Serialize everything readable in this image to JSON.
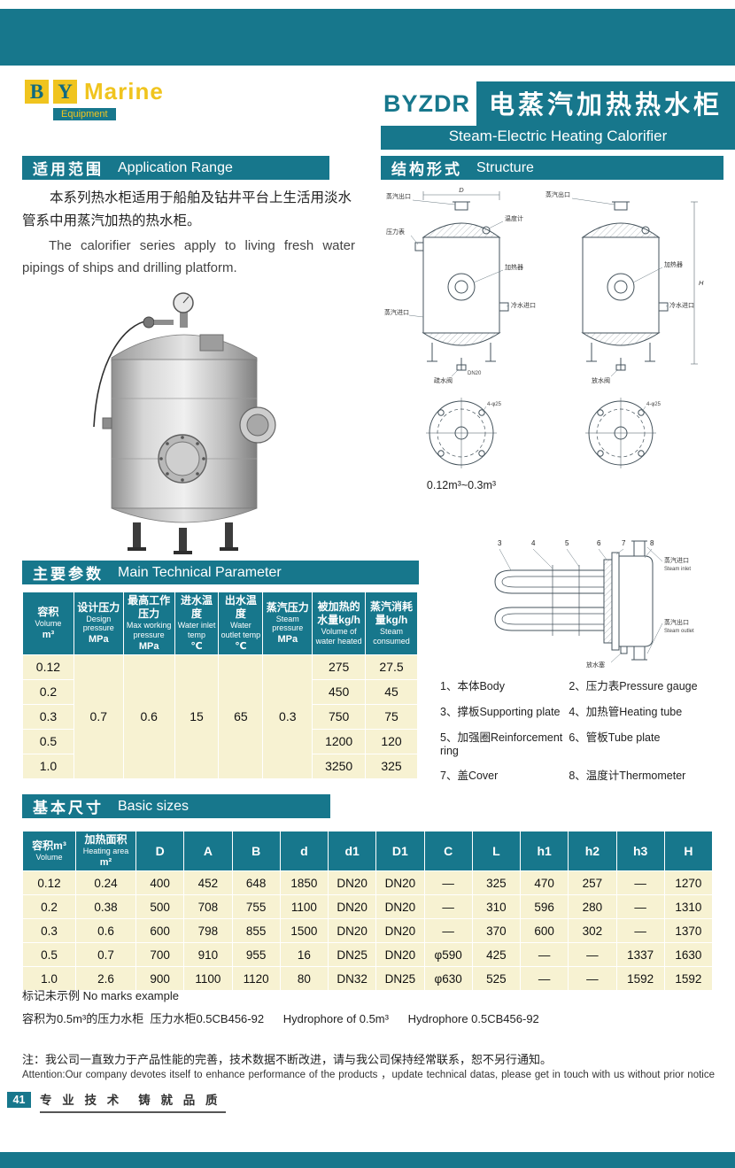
{
  "colors": {
    "teal": "#17778c",
    "gold": "#f0c41e",
    "cream": "#f7f2d2"
  },
  "brand": {
    "letter_b": "B",
    "letter_y": "Y",
    "marine": "Marine",
    "equipment": "Equipment"
  },
  "title": {
    "model": "BYZDR",
    "cn": "电蒸汽加热热水柜",
    "en": "Steam-Electric Heating Calorifier"
  },
  "application": {
    "header": {
      "cn": "适用范围",
      "en": "Application Range"
    },
    "para_cn": "本系列热水柜适用于船舶及钻井平台上生活用淡水管系中用蒸汽加热的热水柜。",
    "para_en": "The calorifier series apply to living fresh water pipings of ships and drilling platform."
  },
  "structure": {
    "header": {
      "cn": "结构形式",
      "en": "Structure"
    },
    "caption": "0.12m³~0.3m³",
    "drawing_labels": {
      "steam_outlet": "蒸汽出口",
      "thermometer": "温度计",
      "pressure_gauge": "压力表",
      "heater": "加热器",
      "cold_water_inlet": "冷水进口",
      "steam_inlet": "蒸汽进口",
      "drain_valve": "疏水阀",
      "blowdown_valve": "放水阀",
      "dn20": "DN20",
      "bolt_note": "4-φ25",
      "dim_d": "D",
      "dim_h": "H"
    },
    "tube_drawing": {
      "numbers": [
        "3",
        "4",
        "5",
        "6",
        "7",
        "8"
      ],
      "steam_inlet_cn": "蒸汽进口",
      "steam_inlet_en": "Steam inlet",
      "steam_outlet_cn": "蒸汽出口",
      "steam_outlet_en": "Steam outlet",
      "drain_plug": "放水塞"
    },
    "parts": [
      {
        "no": "1、",
        "cn": "本体",
        "en": "Body"
      },
      {
        "no": "2、",
        "cn": "压力表",
        "en": "Pressure gauge"
      },
      {
        "no": "3、",
        "cn": "撑板",
        "en": "Supporting plate"
      },
      {
        "no": "4、",
        "cn": "加热管",
        "en": "Heating tube"
      },
      {
        "no": "5、",
        "cn": "加强圈",
        "en": "Reinforcement ring"
      },
      {
        "no": "6、",
        "cn": "管板",
        "en": "Tube plate"
      },
      {
        "no": "7、",
        "cn": "盖",
        "en": "Cover"
      },
      {
        "no": "8、",
        "cn": "温度计",
        "en": "Thermometer"
      }
    ]
  },
  "parameters": {
    "header": {
      "cn": "主要参数",
      "en": "Main Technical Parameter"
    },
    "table": {
      "columns": [
        {
          "cn": "容积",
          "en": "Volume",
          "unit": "m³"
        },
        {
          "cn": "设计压力",
          "en": "Design pressure",
          "unit": "MPa"
        },
        {
          "cn": "最高工作压力",
          "en": "Max working pressure",
          "unit": "MPa"
        },
        {
          "cn": "进水温度",
          "en": "Water inlet temp",
          "unit": "℃"
        },
        {
          "cn": "出水温度",
          "en": "Water outlet temp",
          "unit": "℃"
        },
        {
          "cn": "蒸汽压力",
          "en": "Steam pressure",
          "unit": "MPa"
        },
        {
          "cn": "被加热的水量kg/h",
          "en": "Volume of water heated",
          "unit": ""
        },
        {
          "cn": "蒸汽消耗量kg/h",
          "en": "Steam consumed",
          "unit": ""
        }
      ],
      "shared_values": [
        "0.7",
        "0.6",
        "15",
        "65",
        "0.3"
      ],
      "rows": [
        {
          "volume": "0.12",
          "heated": "275",
          "consumed": "27.5"
        },
        {
          "volume": "0.2",
          "heated": "450",
          "consumed": "45"
        },
        {
          "volume": "0.3",
          "heated": "750",
          "consumed": "75"
        },
        {
          "volume": "0.5",
          "heated": "1200",
          "consumed": "120"
        },
        {
          "volume": "1.0",
          "heated": "3250",
          "consumed": "325"
        }
      ]
    }
  },
  "sizes": {
    "header": {
      "cn": "基本尺寸",
      "en": "Basic sizes"
    },
    "table": {
      "col_volume": {
        "cn": "容积m³",
        "en": "Volume"
      },
      "col_area": {
        "cn": "加热面积",
        "en": "Heating area",
        "unit": "m²"
      },
      "dim_columns": [
        "D",
        "A",
        "B",
        "d",
        "d1",
        "D1",
        "C",
        "L",
        "h1",
        "h2",
        "h3",
        "H"
      ],
      "rows": [
        [
          "0.12",
          "0.24",
          "400",
          "452",
          "648",
          "1850",
          "DN20",
          "DN20",
          "—",
          "325",
          "470",
          "257",
          "—",
          "1270"
        ],
        [
          "0.2",
          "0.38",
          "500",
          "708",
          "755",
          "1100",
          "DN20",
          "DN20",
          "—",
          "310",
          "596",
          "280",
          "—",
          "1310"
        ],
        [
          "0.3",
          "0.6",
          "600",
          "798",
          "855",
          "1500",
          "DN20",
          "DN20",
          "—",
          "370",
          "600",
          "302",
          "—",
          "1370"
        ],
        [
          "0.5",
          "0.7",
          "700",
          "910",
          "955",
          "16",
          "DN25",
          "DN20",
          "φ590",
          "425",
          "—",
          "—",
          "1337",
          "1630"
        ],
        [
          "1.0",
          "2.6",
          "900",
          "1100",
          "1120",
          "80",
          "DN32",
          "DN25",
          "φ630",
          "525",
          "—",
          "—",
          "1592",
          "1592"
        ]
      ]
    },
    "note_mark": "标记未示例 No marks example",
    "note_example": "容积为0.5m³的压力水柜  压力水柜0.5CB456-92      Hydrophore of 0.5m³      Hydrophore 0.5CB456-92"
  },
  "attention": {
    "cn": "注：我公司一直致力于产品性能的完善，技术数据不断改进，请与我公司保持经常联系，恕不另行通知。",
    "en": "Attention:Our company devotes itself to enhance performance of the products ，update technical datas, please get in touch with us without prior notice"
  },
  "footer": {
    "page": "41",
    "slogan_left": "专 业 技 术",
    "slogan_right": "铸 就 品 质"
  }
}
